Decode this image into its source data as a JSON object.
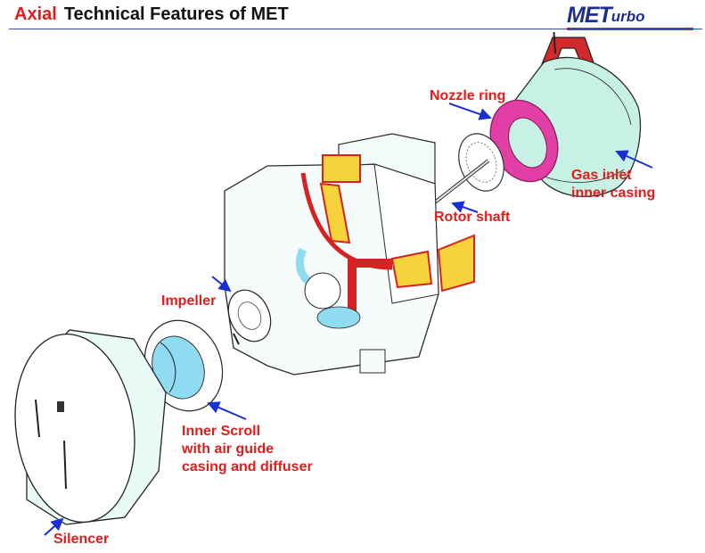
{
  "header": {
    "title_accent": "Axial",
    "title_rest": "Technical Features of MET",
    "logo_main": "MET",
    "logo_sub": "urbo"
  },
  "labels": {
    "nozzle_ring": "Nozzle ring",
    "gas_inlet": "Gas inlet\ninner casing",
    "rotor_shaft": "Rotor shaft",
    "impeller": "Impeller",
    "inner_scroll": "Inner Scroll\nwith air guide\ncasing and diffuser",
    "silencer": "Silencer"
  },
  "colors": {
    "accent_red": "#e21b1b",
    "arrow_blue": "#1a2fd0",
    "brand_navy": "#1f2f8f",
    "nozzle_magenta": "#e23fa6",
    "casing_mint": "#c7f1e5",
    "section_red": "#d62222",
    "section_yellow": "#f6d23b",
    "scroll_cyan": "#8fdcf2"
  }
}
